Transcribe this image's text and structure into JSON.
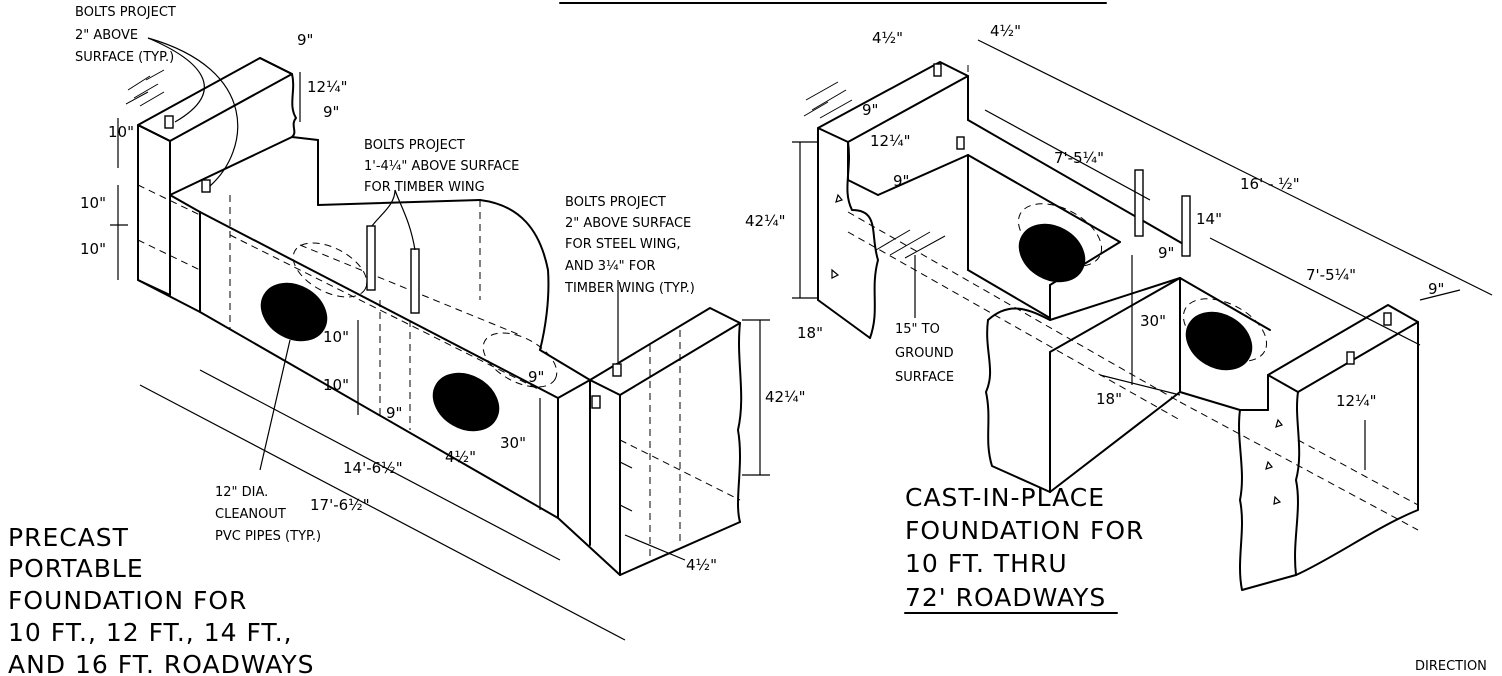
{
  "precast": {
    "title_lines": [
      "PRECAST",
      "PORTABLE",
      "FOUNDATION FOR",
      "10 FT., 12 FT., 14 FT.,",
      "AND 16 FT. ROADWAYS"
    ],
    "note_bolts_top": [
      "BOLTS PROJECT",
      "2\" ABOVE",
      "SURFACE (TYP.)"
    ],
    "note_bolts_timber": [
      "BOLTS PROJECT",
      "1'-4¼\" ABOVE SURFACE",
      "FOR TIMBER WING"
    ],
    "note_bolts_steel": [
      "BOLTS PROJECT",
      "2\" ABOVE SURFACE",
      "FOR STEEL WING,",
      "AND 3¼\" FOR",
      "TIMBER WING (TYP.)"
    ],
    "note_pipes": [
      "12\" DIA.",
      "CLEANOUT",
      "PVC PIPES (TYP.)"
    ],
    "dims": {
      "d9_top": "9\"",
      "d12_top": "12¼\"",
      "d9_b": "9\"",
      "d10_a": "10\"",
      "d10_b": "10\"",
      "d10_c": "10\"",
      "d10_mid_a": "10\"",
      "d10_mid_b": "10\"",
      "d9_mid": "9\"",
      "d4_mid": "4½\"",
      "d30": "30\"",
      "d9_right": "9\"",
      "d42": "42¼\"",
      "d14": "14'-6½\"",
      "d17": "17'-6½\"",
      "d4_bot": "4½\""
    }
  },
  "cip": {
    "title_lines": [
      "CAST-IN-PLACE",
      "FOUNDATION FOR",
      "10 FT. THRU",
      "72' ROADWAYS"
    ],
    "note_ground": [
      "15\" TO",
      "GROUND",
      "SURFACE"
    ],
    "dims": {
      "d4a": "4½\"",
      "d4b": "4½\"",
      "d9a": "9\"",
      "d12a": "12¼\"",
      "d9b": "9\"",
      "d42": "42¼\"",
      "d18a": "18\"",
      "d7a": "7'-5¼\"",
      "d16": "16' - ½\"",
      "d14": "14\"",
      "d9c": "9\"",
      "d7b": "7'-5¼\"",
      "d9d": "9\"",
      "d30": "30\"",
      "d18b": "18\"",
      "d12b": "12¼\""
    }
  },
  "footer": {
    "direction": "DIRECTION"
  }
}
